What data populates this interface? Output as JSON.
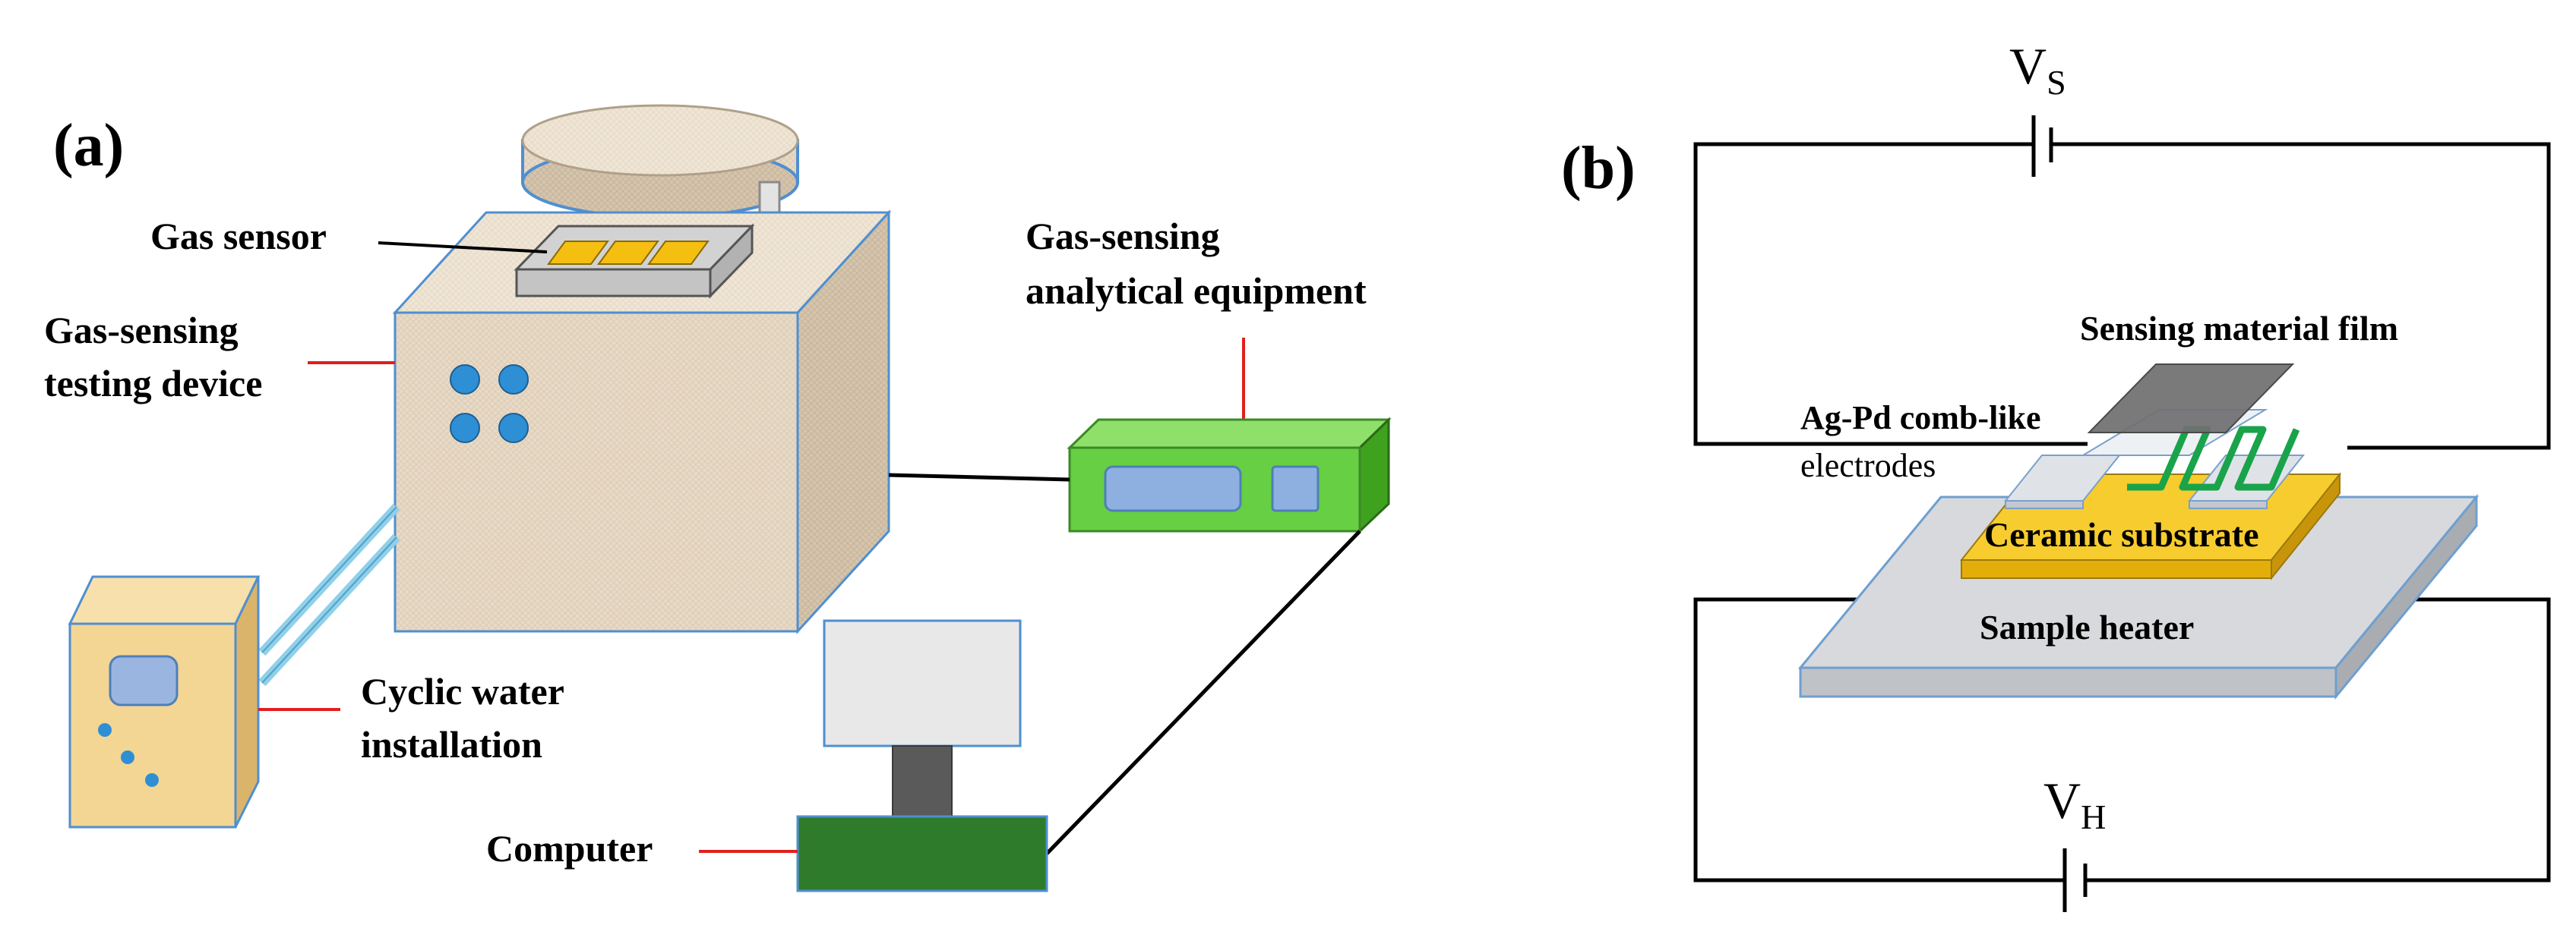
{
  "panel_a": {
    "panel_label": "(a)",
    "gas_sensor_label": "Gas sensor",
    "testing_device_label": [
      "Gas-sensing",
      "testing device"
    ],
    "analytical_equipment_label": [
      "Gas-sensing",
      "analytical equipment"
    ],
    "cyclic_water_label": [
      "Cyclic water",
      "installation"
    ],
    "computer_label": "Computer"
  },
  "panel_b": {
    "panel_label": "(b)",
    "vs_label": "V",
    "vs_subscript": "S",
    "vh_label": "V",
    "vh_subscript": "H",
    "sensing_film_label": "Sensing material film",
    "electrodes_label": [
      "Ag-Pd comb-like",
      "electrodes"
    ],
    "ceramic_label": "Ceramic substrate",
    "heater_label": "Sample heater"
  },
  "colors": {
    "box_texture": "#e6d8c4",
    "water_box": "#f3d594",
    "knob_blue": "#2f8fd4",
    "equipment_green": "#67cf43",
    "equipment_screen": "#8db0e0",
    "computer_base": "#2f7b2c",
    "monitor_screen": "#e8e8e8",
    "monitor_stand": "#5a5a5a",
    "leader_red": "#e0201c",
    "sensor_yellow": "#f5bf12",
    "heater_grey": "#d7d9dc",
    "film_grey": "#6f6f70",
    "electrode_green": "#19a34a"
  }
}
